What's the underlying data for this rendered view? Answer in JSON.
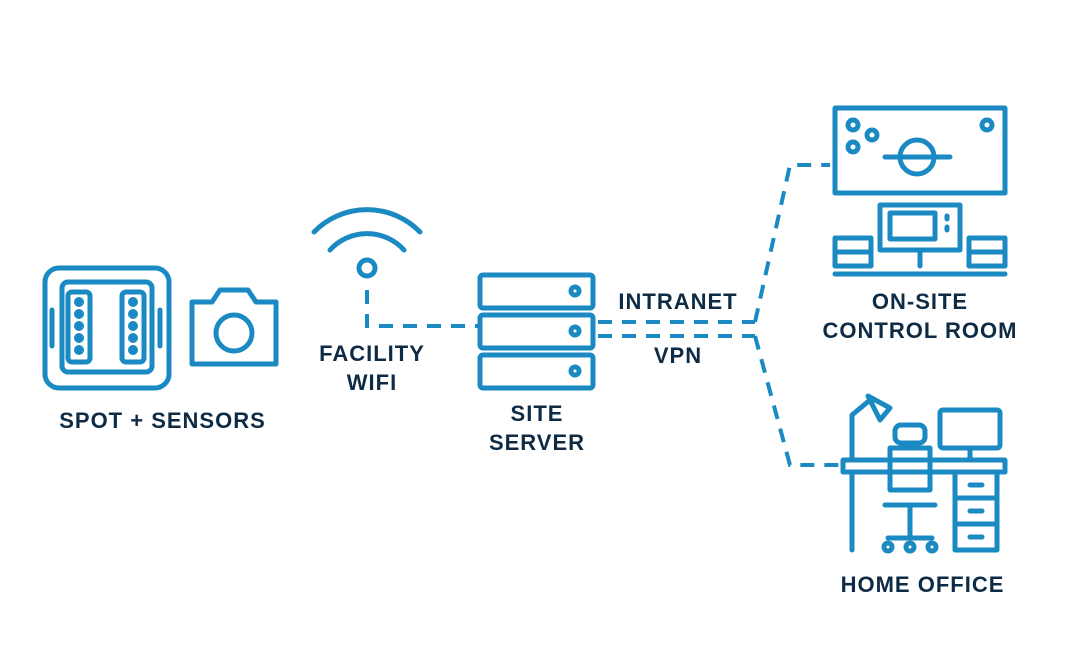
{
  "nodes": {
    "spot": {
      "label": "SPOT + SENSORS"
    },
    "wifi": {
      "line1": "FACILITY",
      "line2": "WIFI"
    },
    "server": {
      "line1": "SITE",
      "line2": "SERVER"
    },
    "control_room": {
      "line1": "ON-SITE",
      "line2": "CONTROL ROOM"
    },
    "home_office": {
      "label": "HOME OFFICE"
    }
  },
  "links": {
    "intranet": "INTRANET",
    "vpn": "VPN"
  },
  "colors": {
    "icon": "#1b8ac3",
    "text": "#0d2b45"
  }
}
